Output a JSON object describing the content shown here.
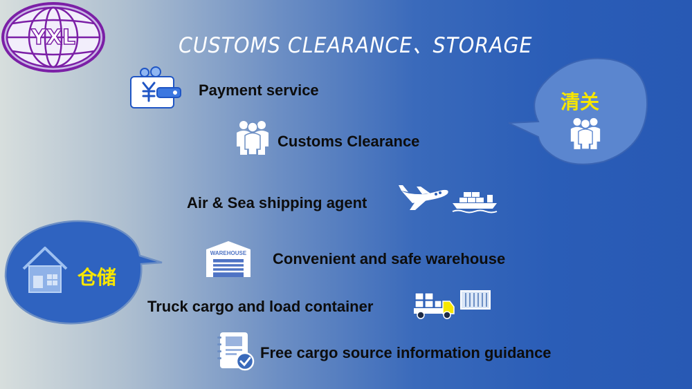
{
  "logo": {
    "text": "YXL"
  },
  "title": "CUSTOMS CLEARANCE、STORAGE",
  "items": [
    {
      "label": "Payment service",
      "icon": "wallet-yen-icon"
    },
    {
      "label": "Customs Clearance",
      "icon": "people-group-icon"
    },
    {
      "label": "Air & Sea shipping agent",
      "icon": "airplane-icon",
      "icon2": "cargo-ship-icon"
    },
    {
      "label": "Convenient and safe warehouse",
      "icon": "warehouse-icon"
    },
    {
      "label": "Truck cargo and load container",
      "icon": "cargo-truck-icon",
      "icon2": "container-icon"
    },
    {
      "label": "Free cargo source information guidance",
      "icon": "checklist-icon"
    }
  ],
  "bubbles": {
    "customs": {
      "label": "清关",
      "icon": "people-group-icon"
    },
    "storage": {
      "label": "仓储",
      "icon": "house-icon"
    }
  },
  "colors": {
    "bubble": "#5b86cf",
    "bubble_text": "#f7e600",
    "accent": "#2859b4"
  }
}
